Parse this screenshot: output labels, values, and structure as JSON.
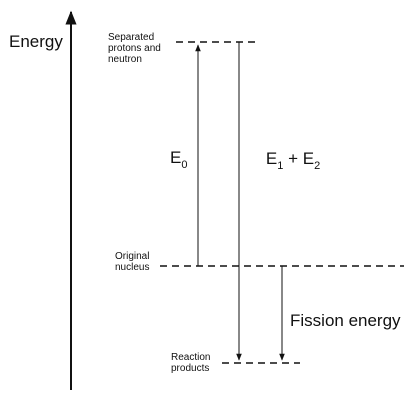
{
  "axis_title": "Energy",
  "levels": {
    "separated": "Separated\nprotons and\nneutron",
    "original": "Original\nnucleus",
    "products": "Reaction\nproducts"
  },
  "arrows": {
    "e0": {
      "base": "E",
      "sub": "0"
    },
    "e12": {
      "base1": "E",
      "sub1": "1",
      "plus": " + ",
      "base2": "E",
      "sub2": "2"
    },
    "fission": "Fission energy"
  }
}
